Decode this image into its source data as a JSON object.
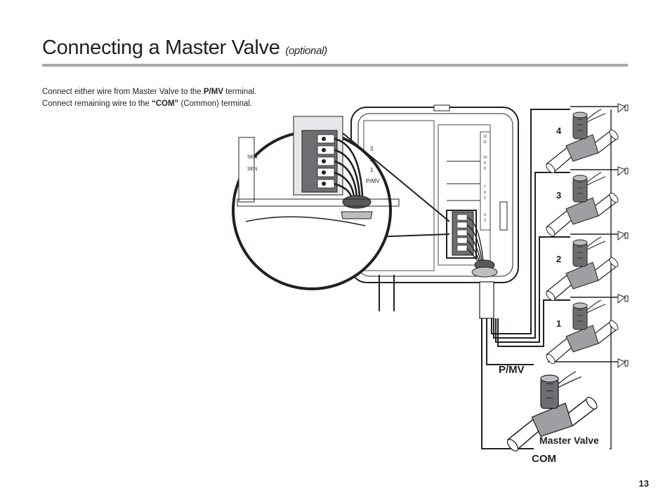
{
  "header": {
    "title": "Connecting a Master Valve",
    "title_note": "(optional)"
  },
  "instructions": {
    "line1": {
      "pre": "Connect either wire from Master Valve to the ",
      "bold": "P/MV",
      "post": " terminal."
    },
    "line2": {
      "pre": "Connect remaining wire to the ",
      "bold": "“COM”",
      "post": " (Common) terminal."
    }
  },
  "diagram": {
    "zone_labels": [
      "4",
      "3",
      "2",
      "1"
    ],
    "pmv_label": "P/MV",
    "com_label": "COM",
    "master_valve_label": "Master Valve",
    "terminal_labels": {
      "left_numbers": [
        "3",
        "2",
        "1"
      ],
      "pmv": "P/MV",
      "sen": [
        "SEN",
        "SEN"
      ],
      "right_numbers": [
        "12",
        "11",
        "10",
        "9",
        "8",
        "7",
        "6",
        "5",
        "4",
        "3"
      ]
    }
  },
  "footer": {
    "page_number": "13"
  }
}
